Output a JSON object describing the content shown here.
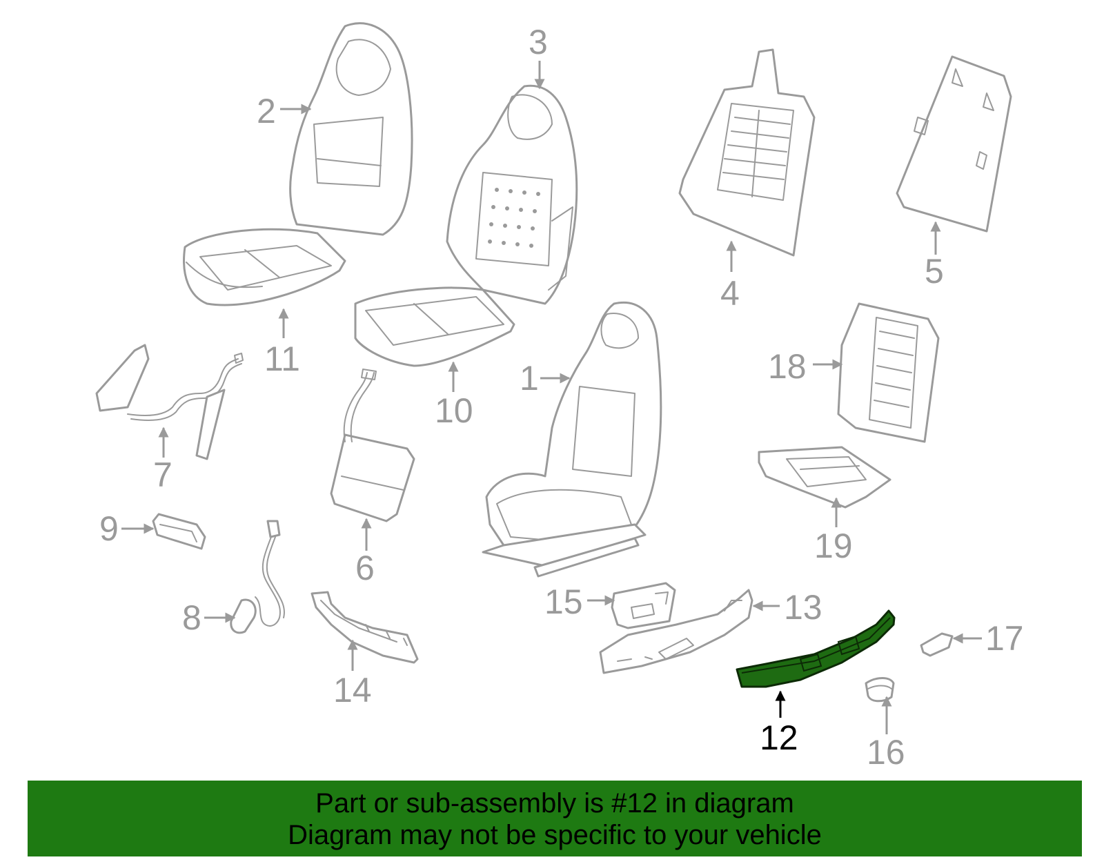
{
  "diagram": {
    "highlight_color": "#1e7a12",
    "highlighted_part": "12",
    "labels": [
      "1",
      "2",
      "3",
      "4",
      "5",
      "6",
      "7",
      "8",
      "9",
      "10",
      "11",
      "12",
      "13",
      "14",
      "15",
      "16",
      "17",
      "18",
      "19"
    ]
  },
  "banner": {
    "line1": "Part or sub-assembly is #12 in diagram",
    "line2": "Diagram may not be specific to your vehicle"
  }
}
